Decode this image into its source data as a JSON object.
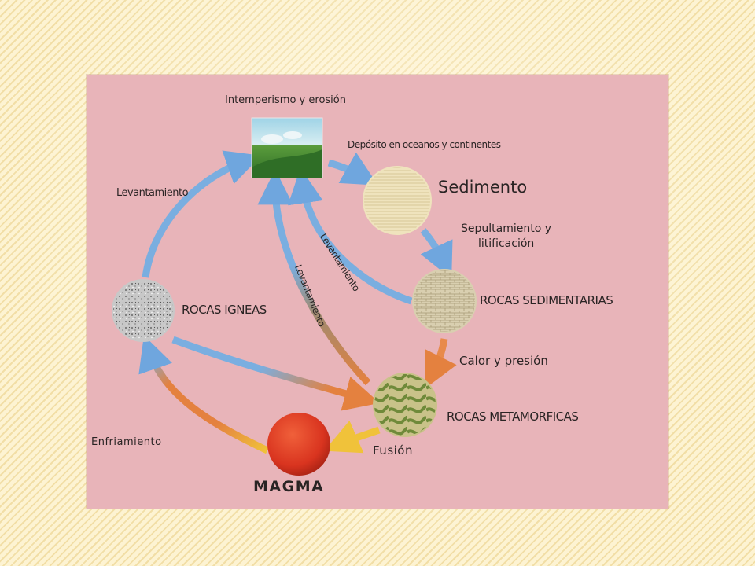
{
  "diagram": {
    "nodes": {
      "sediment": "Sedimento",
      "sedimentary": "ROCAS SEDIMENTARIAS",
      "igneous": "ROCAS IGNEAS",
      "metamorphic": "ROCAS METAMORFICAS",
      "magma": "MAGMA"
    },
    "processes": {
      "weathering": "Intemperismo y erosión",
      "deposition": "Depósito en oceanos y continentes",
      "burial_line1": "Sepultamiento y",
      "burial_line2": "litificación",
      "heat_pressure": "Calor y presión",
      "melting": "Fusión",
      "cooling": "Enfriamiento",
      "uplift_left": "Levantamiento",
      "uplift_center": "Levantamiento",
      "uplift_inner": "Levantamiento"
    },
    "colors": {
      "background": "#e8b4b9",
      "arrow_blue": "#7aaee0",
      "arrow_orange": "#e88a4a",
      "magma": "#d9412b"
    }
  }
}
